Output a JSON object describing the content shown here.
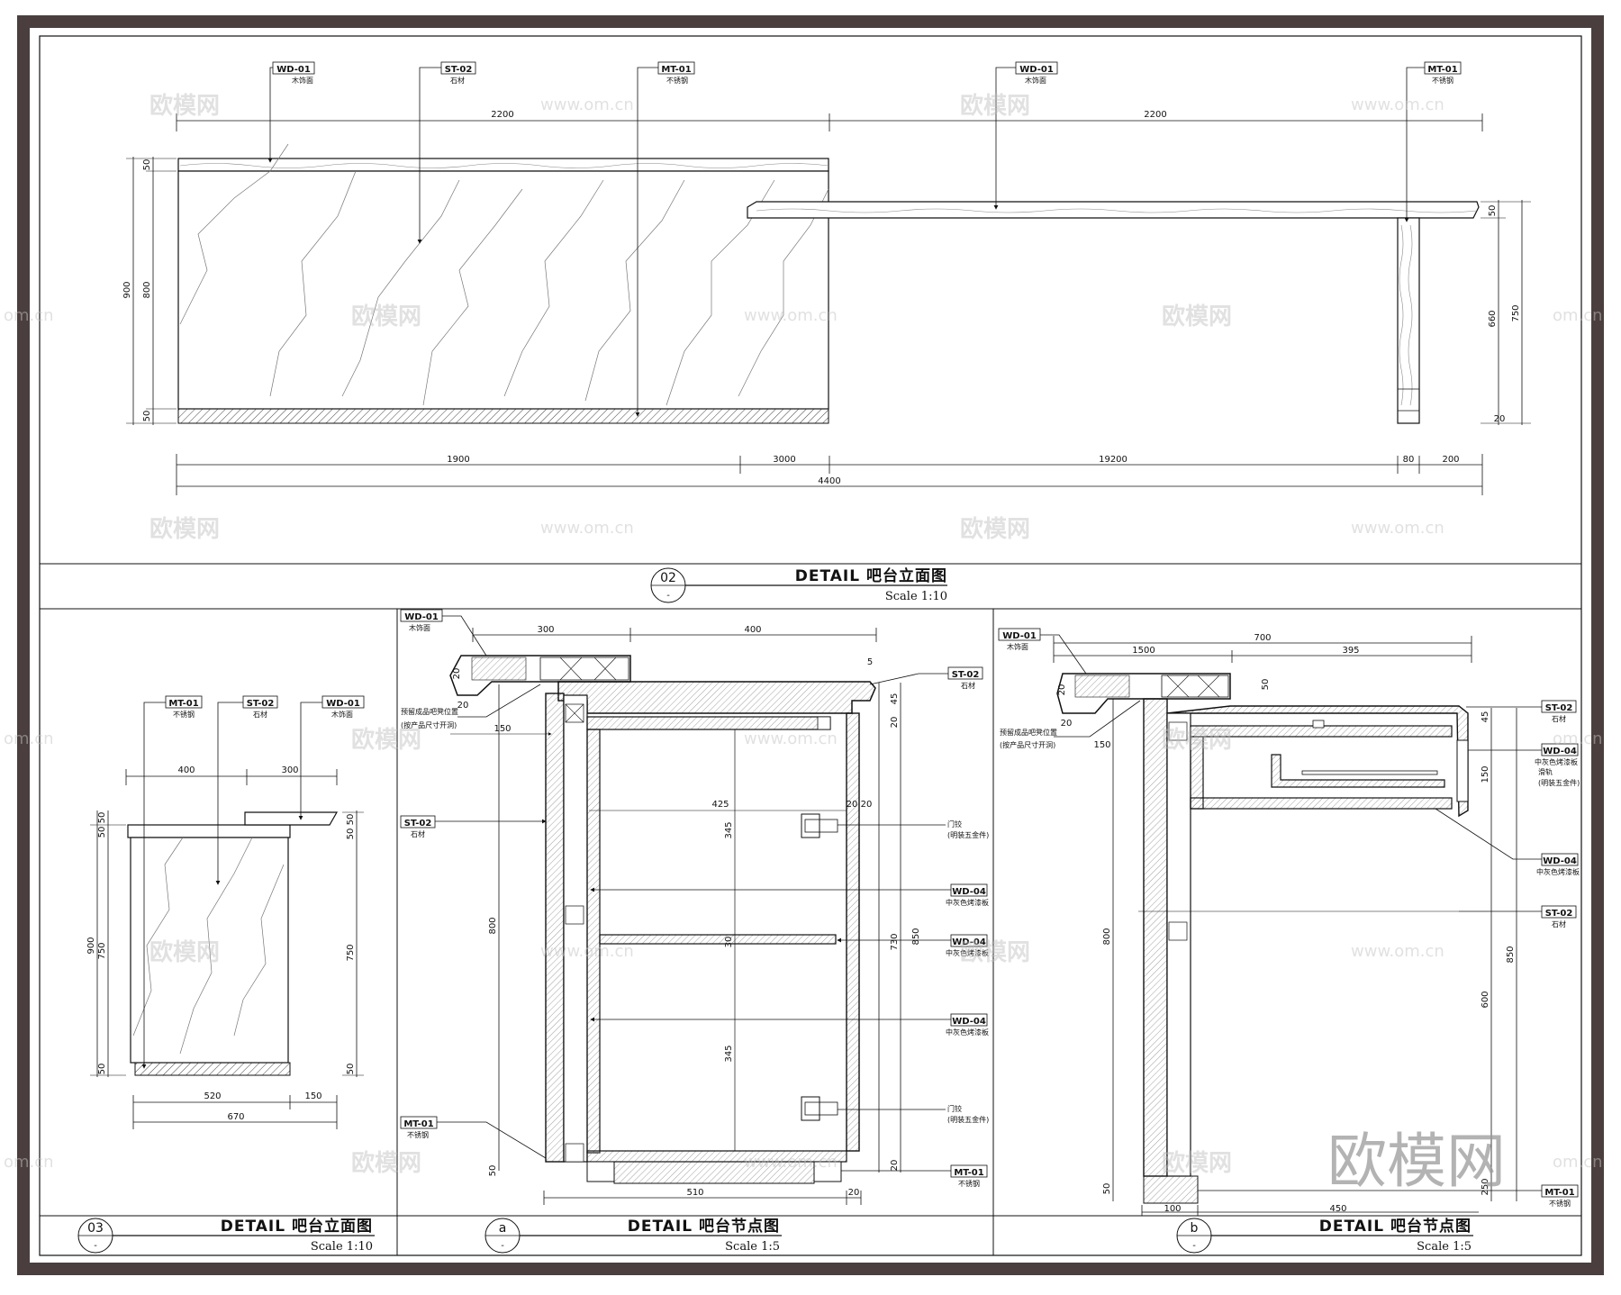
{
  "tags": {
    "wd01": "WD-01",
    "st02": "ST-02",
    "mt01": "MT-01",
    "wd04": "WD-04"
  },
  "tag_subs": {
    "wood": "木饰面",
    "stone": "石材",
    "steel": "不锈钢",
    "gray_board": "中灰色烤漆板"
  },
  "notes": {
    "cabinet_hinge": "门铰",
    "hinge_spec": "(明装五金件)",
    "fixing_a": "预留成品吧凳位置",
    "fixing_b": "(按产品尺寸开洞)",
    "drawer_slide": "滑轨",
    "slide_spec": "(明装五金件)"
  },
  "panels": {
    "elevation_02": {
      "number": "02",
      "sub": "-",
      "title": "DETAIL  吧台立面图",
      "scale": "Scale 1:10"
    },
    "elevation_03": {
      "number": "03",
      "sub": "-",
      "title": "DETAIL  吧台立面图",
      "scale": "Scale 1:10"
    },
    "section_a": {
      "number": "a",
      "sub": "-",
      "title": "DETAIL  吧台节点图",
      "scale": "Scale 1:5"
    },
    "section_b": {
      "number": "b",
      "sub": "-",
      "title": "DETAIL  吧台节点图",
      "scale": "Scale 1:5"
    }
  },
  "dims": {
    "top_left": "2200",
    "top_right": "2200",
    "h900": "900",
    "h800": "800",
    "h50": "50",
    "h20": "20",
    "h660": "660",
    "h750": "750",
    "b1900": "1900",
    "b3000": "3000",
    "b19200": "19200",
    "b80": "80",
    "b200": "200",
    "b4400": "4400",
    "e3_400": "400",
    "e3_300": "300",
    "e3_520": "520",
    "e3_150": "150",
    "e3_670": "670",
    "a_300": "300",
    "a_400": "400",
    "a_150": "150",
    "a_425": "425",
    "a_345": "345",
    "a_20": "20",
    "a_730": "730",
    "a_850": "850",
    "a_45": "45",
    "a_510": "510",
    "a_5": "5",
    "a_30": "30",
    "b_700": "700",
    "b_1500": "1500",
    "b_395": "395",
    "b_100": "100",
    "b_450": "450",
    "b_600": "600",
    "b_250": "250"
  },
  "watermarks": {
    "brand": "欧模网",
    "url": "www.om.cn",
    "url_short": "om.cn"
  }
}
